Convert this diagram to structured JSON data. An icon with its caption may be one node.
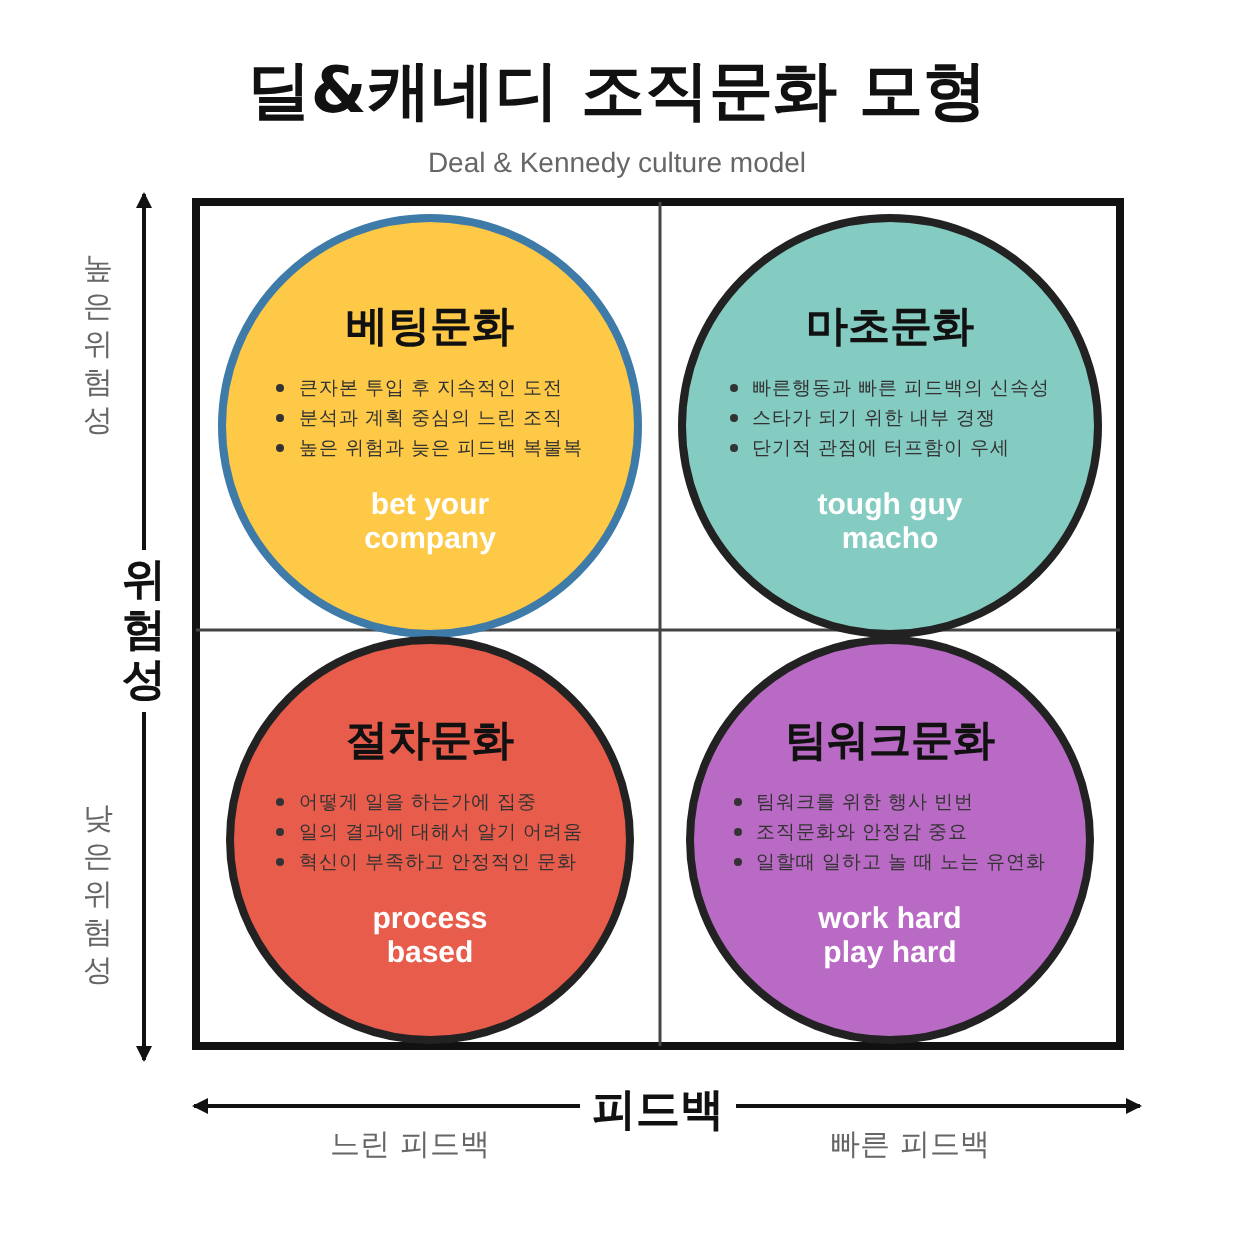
{
  "diagram": {
    "title": "딜&캐네디 조직문화 모형",
    "nodes": [
      {
        "text": [
          "베팅문화",
          "큰자본 투입 후 지속적인 도전",
          "분석과 계획 중심의 느린 조직",
          "높은 위험과 늦은 피드백 복불복",
          "bet your company"
        ]
      },
      {
        "text": [
          "마초문화",
          "빠른행동과 빠른 피드백의 신속성",
          "스타가 되기 위한 내부 경쟁",
          "단기적 관점에 터프함이 우세",
          "tough guy macho"
        ]
      },
      {
        "text": [
          "절차문화",
          "어떻게 일을 하는가에 집중",
          "일의 결과에 대해서 알기 어려움",
          "혁신이 부족하고 안정적인 문화",
          "process based"
        ]
      },
      {
        "text": [
          "팀워크문화",
          "팀워크를 위한 행사 빈번",
          "조직문화와 안정감 중요",
          "일할때 일하고 놀 때 노는 유연화",
          "work hard play hard"
        ]
      }
    ],
    "labels": [
      "Deal & Kennedy culture model",
      "높은 위험성",
      "위험성",
      "낮은 위험성",
      "피드백",
      "느린 피드백",
      "빠른 피드백"
    ]
  }
}
